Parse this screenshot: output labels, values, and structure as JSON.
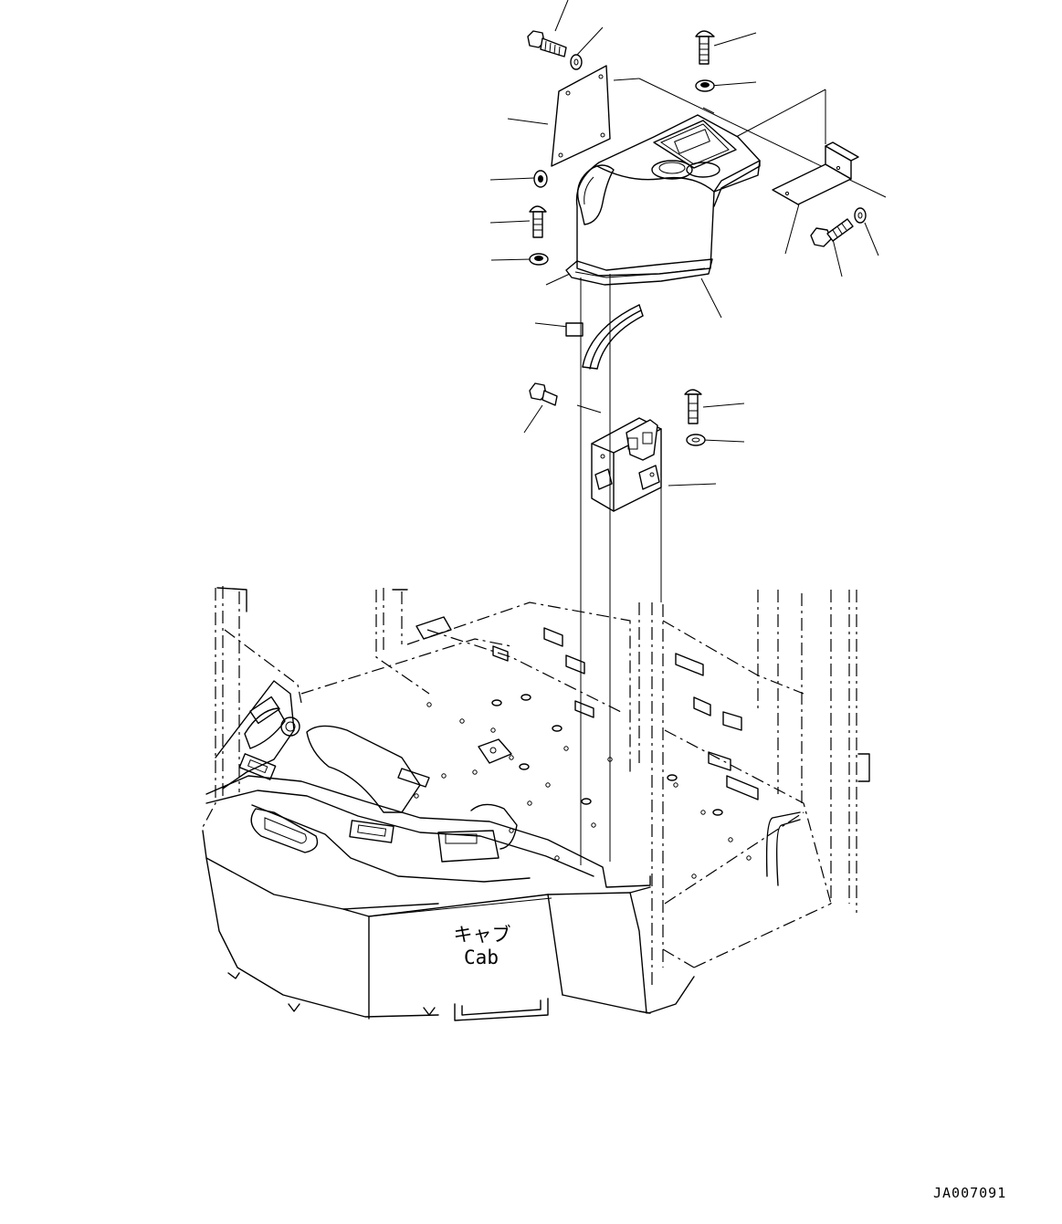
{
  "cab_label_jp": "キャブ",
  "cab_label_en": "Cab",
  "drawing_id": "JA007091"
}
